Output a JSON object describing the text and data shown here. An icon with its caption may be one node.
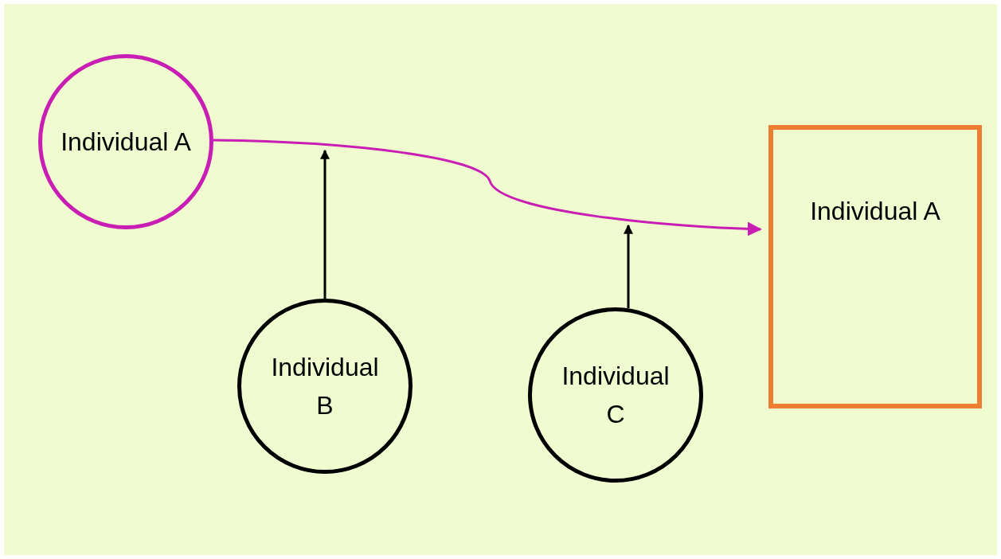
{
  "diagram": {
    "nodes": [
      {
        "text": [
          "Individual A"
        ]
      },
      {
        "text": [
          "Individual A"
        ]
      },
      {
        "text": [
          "Individual B"
        ]
      },
      {
        "text": [
          "Individual C"
        ]
      }
    ],
    "edges": [
      {
        "from": 0,
        "to": 1,
        "arrow": "to",
        "color": "#c81eb4"
      },
      {
        "from": 2,
        "to": null,
        "arrow": "to"
      },
      {
        "from": 3,
        "to": null,
        "arrow": "to"
      }
    ]
  }
}
